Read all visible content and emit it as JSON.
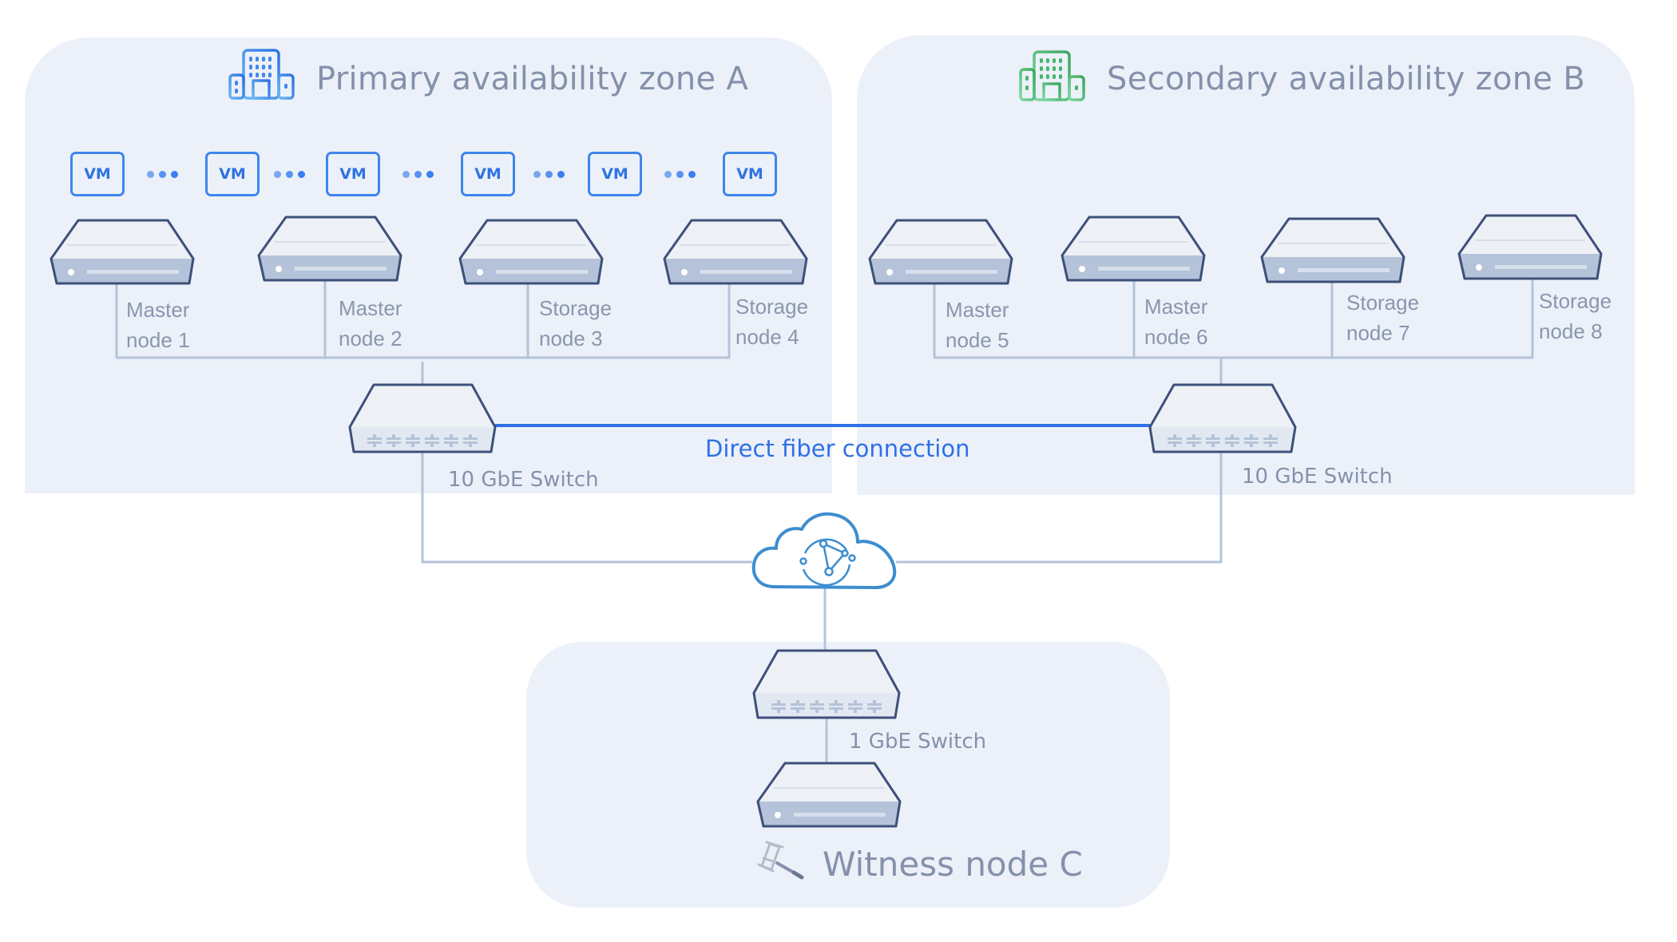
{
  "zones": {
    "a": {
      "title": "Primary availability zone A",
      "icon": "building-icon",
      "icon_color": "#3f86ee"
    },
    "b": {
      "title": "Secondary availability zone B",
      "icon": "building-icon",
      "icon_color": "#45b56e"
    },
    "c": {
      "title": "Witness node C",
      "icon": "gavel-icon"
    }
  },
  "vms": [
    "VM",
    "VM",
    "VM",
    "VM",
    "VM",
    "VM"
  ],
  "nodes_a": [
    {
      "line1": "Master",
      "line2": "node 1"
    },
    {
      "line1": "Master",
      "line2": "node 2"
    },
    {
      "line1": "Storage",
      "line2": "node 3"
    },
    {
      "line1": "Storage",
      "line2": "node 4"
    }
  ],
  "nodes_b": [
    {
      "line1": "Master",
      "line2": "node 5"
    },
    {
      "line1": "Master",
      "line2": "node 6"
    },
    {
      "line1": "Storage",
      "line2": "node 7"
    },
    {
      "line1": "Storage",
      "line2": "node 8"
    }
  ],
  "switches": {
    "a": "10 GbE Switch",
    "b": "10 GbE Switch",
    "c": "1 GbE Switch"
  },
  "links": {
    "fiber": "Direct fiber connection",
    "cloud": "cloud-network-icon"
  },
  "colors": {
    "zone_bg": "#ecf1f9",
    "line": "#b4c3d9",
    "fiber": "#2e70e6",
    "device_outline": "#3e507a",
    "text": "#8591ab"
  }
}
